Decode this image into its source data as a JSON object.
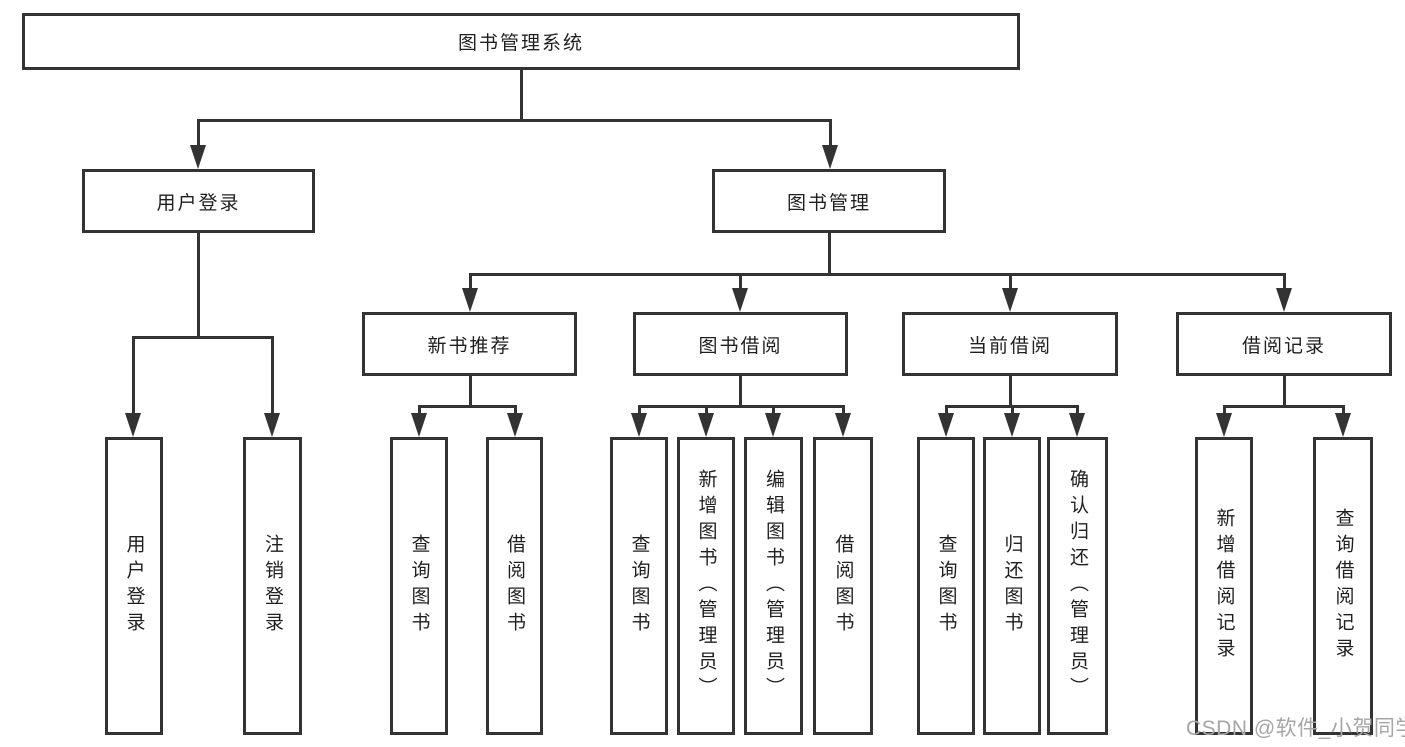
{
  "diagram": {
    "root": "图书管理系统",
    "level2": {
      "user_login": "用户登录",
      "book_management": "图书管理"
    },
    "level3": {
      "new_book_recommend": "新书推荐",
      "book_borrow": "图书借阅",
      "current_borrow": "当前借阅",
      "borrow_records": "借阅记录"
    },
    "groups": {
      "user_login": [
        "用户登录",
        "注销登录"
      ],
      "new_book_recommend": [
        "查询图书",
        "借阅图书"
      ],
      "book_borrow": [
        "查询图书",
        "新增图书（管理员）",
        "编辑图书（管理员）",
        "借阅图书"
      ],
      "current_borrow": [
        "查询图书",
        "归还图书",
        "确认归还（管理员）"
      ],
      "borrow_records": [
        "新增借阅记录",
        "查询借阅记录"
      ]
    },
    "colors": {
      "line": "#333333",
      "text": "#1f1f1f",
      "background": "#ffffff",
      "watermark": "#a6a6a6"
    }
  },
  "watermark": "CSDN @软件_小贺同学"
}
